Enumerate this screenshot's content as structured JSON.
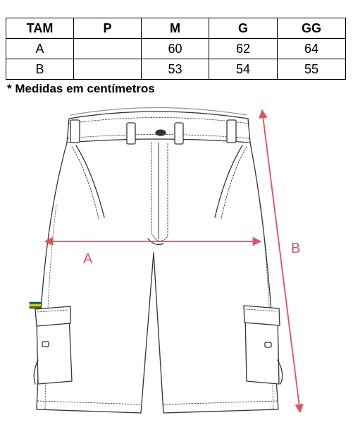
{
  "table": {
    "headers": [
      "TAM",
      "P",
      "M",
      "G",
      "GG"
    ],
    "rows": [
      {
        "label": "A",
        "P": "",
        "M": "60",
        "G": "62",
        "GG": "64"
      },
      {
        "label": "B",
        "P": "",
        "M": "53",
        "G": "54",
        "GG": "55"
      }
    ]
  },
  "note": "* Medidas em centímetros",
  "diagram": {
    "label_a": "A",
    "label_b": "B",
    "arrow_color": "#e0505f",
    "outline_color": "#333333"
  }
}
